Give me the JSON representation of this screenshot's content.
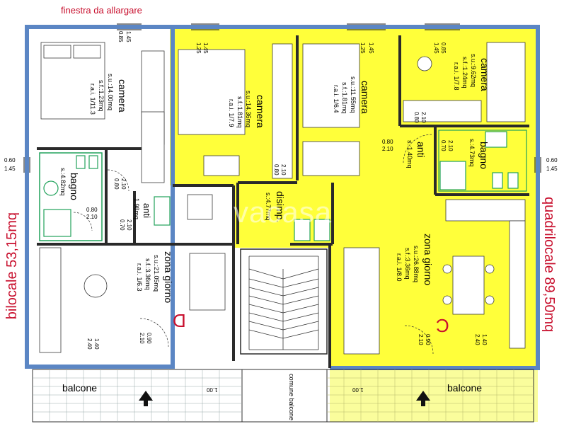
{
  "header": {
    "window_note": "finestra da allargare"
  },
  "units": {
    "left": {
      "title": "bilocale 53,15mq",
      "letter": "D",
      "color": "#c8102e"
    },
    "right": {
      "title": "quadrilocale 89,50mq",
      "letter": "C",
      "color": "#c8102e"
    }
  },
  "colors": {
    "wall_blue": "#5b86c4",
    "fill_yellow": "#ffff3a",
    "accent_red": "#c8102e",
    "fixture_green": "#21a25b",
    "balcony_yellow": "#fafd9c"
  },
  "rooms": {
    "left_camera": {
      "name": "camera",
      "su": "s.u.:14.00mq",
      "sf": "s.f.:1.23mq",
      "rai": "r.a.i. 1/11.3"
    },
    "left_bagno": {
      "name": "bagno",
      "su": "s.:4.82mq"
    },
    "left_anti": {
      "name": "anti",
      "su": "1.98mq"
    },
    "left_zona": {
      "name": "zona giorno",
      "su": "s.u.:21.05mq",
      "sf": "s.f.:3.36mq",
      "rai": "r.a.i. 1/6.3"
    },
    "r_camera1": {
      "name": "camera",
      "su": "s.u.:14.36mq",
      "sf": "s.f.:1.81mq",
      "rai": "r.a.i. 1/7.9"
    },
    "r_camera2": {
      "name": "camera",
      "su": "s.u.:11.55mq",
      "sf": "s.f.:1.81mq",
      "rai": "r.a.i. 1/6.4"
    },
    "r_camera3": {
      "name": "camera",
      "su": "s.u.:9.62mq",
      "sf": "s.f.:1.24mq",
      "rai": "r.a.i. 1/7.8"
    },
    "r_bagno": {
      "name": "bagno",
      "su": "s.:4.73mq"
    },
    "r_anti": {
      "name": "anti",
      "su": "s.:1.40mq"
    },
    "r_disimp": {
      "name": "disimp.",
      "su": "s.:4.77mq"
    },
    "r_zona": {
      "name": "zona giorno",
      "su": "s.u.:26.88mq",
      "sf": "s.f.:3.36mq",
      "rai": "r.a.i. 1/8.0"
    }
  },
  "balconies": {
    "left": "balcone",
    "right": "balcone",
    "common": "comune balcone"
  },
  "dimensions": {
    "d145a": "1.45",
    "d085a": "0.85",
    "d145b": "1.45",
    "d125b": "1.25",
    "d145c": "1.45",
    "d125c": "1.25",
    "d085c": "0.85",
    "d145c2": "1.45",
    "d060l": "0.60",
    "d145l": "1.45",
    "d060r": "0.60",
    "d145r": "1.45",
    "d210a": "2.10",
    "d080a": "0.80",
    "d080b": "0.80",
    "d210b": "2.10",
    "d210c": "2.10",
    "d070c": "0.70",
    "d210d": "2.10",
    "d080d": "0.80",
    "d080e": "0.80",
    "d210e": "2.10",
    "d210f": "2.10",
    "d080f": "0.80",
    "d210g": "2.10",
    "d070g": "0.70",
    "d140a": "1.40",
    "d240a": "2.40",
    "d090a": "0.90",
    "d210h": "2.10",
    "d090b": "0.90",
    "d210i": "2.10",
    "d140b": "1.40",
    "d240b": "2.40",
    "d100a": "1.00",
    "d100b": "1.00"
  },
  "watermark": "vacasa"
}
